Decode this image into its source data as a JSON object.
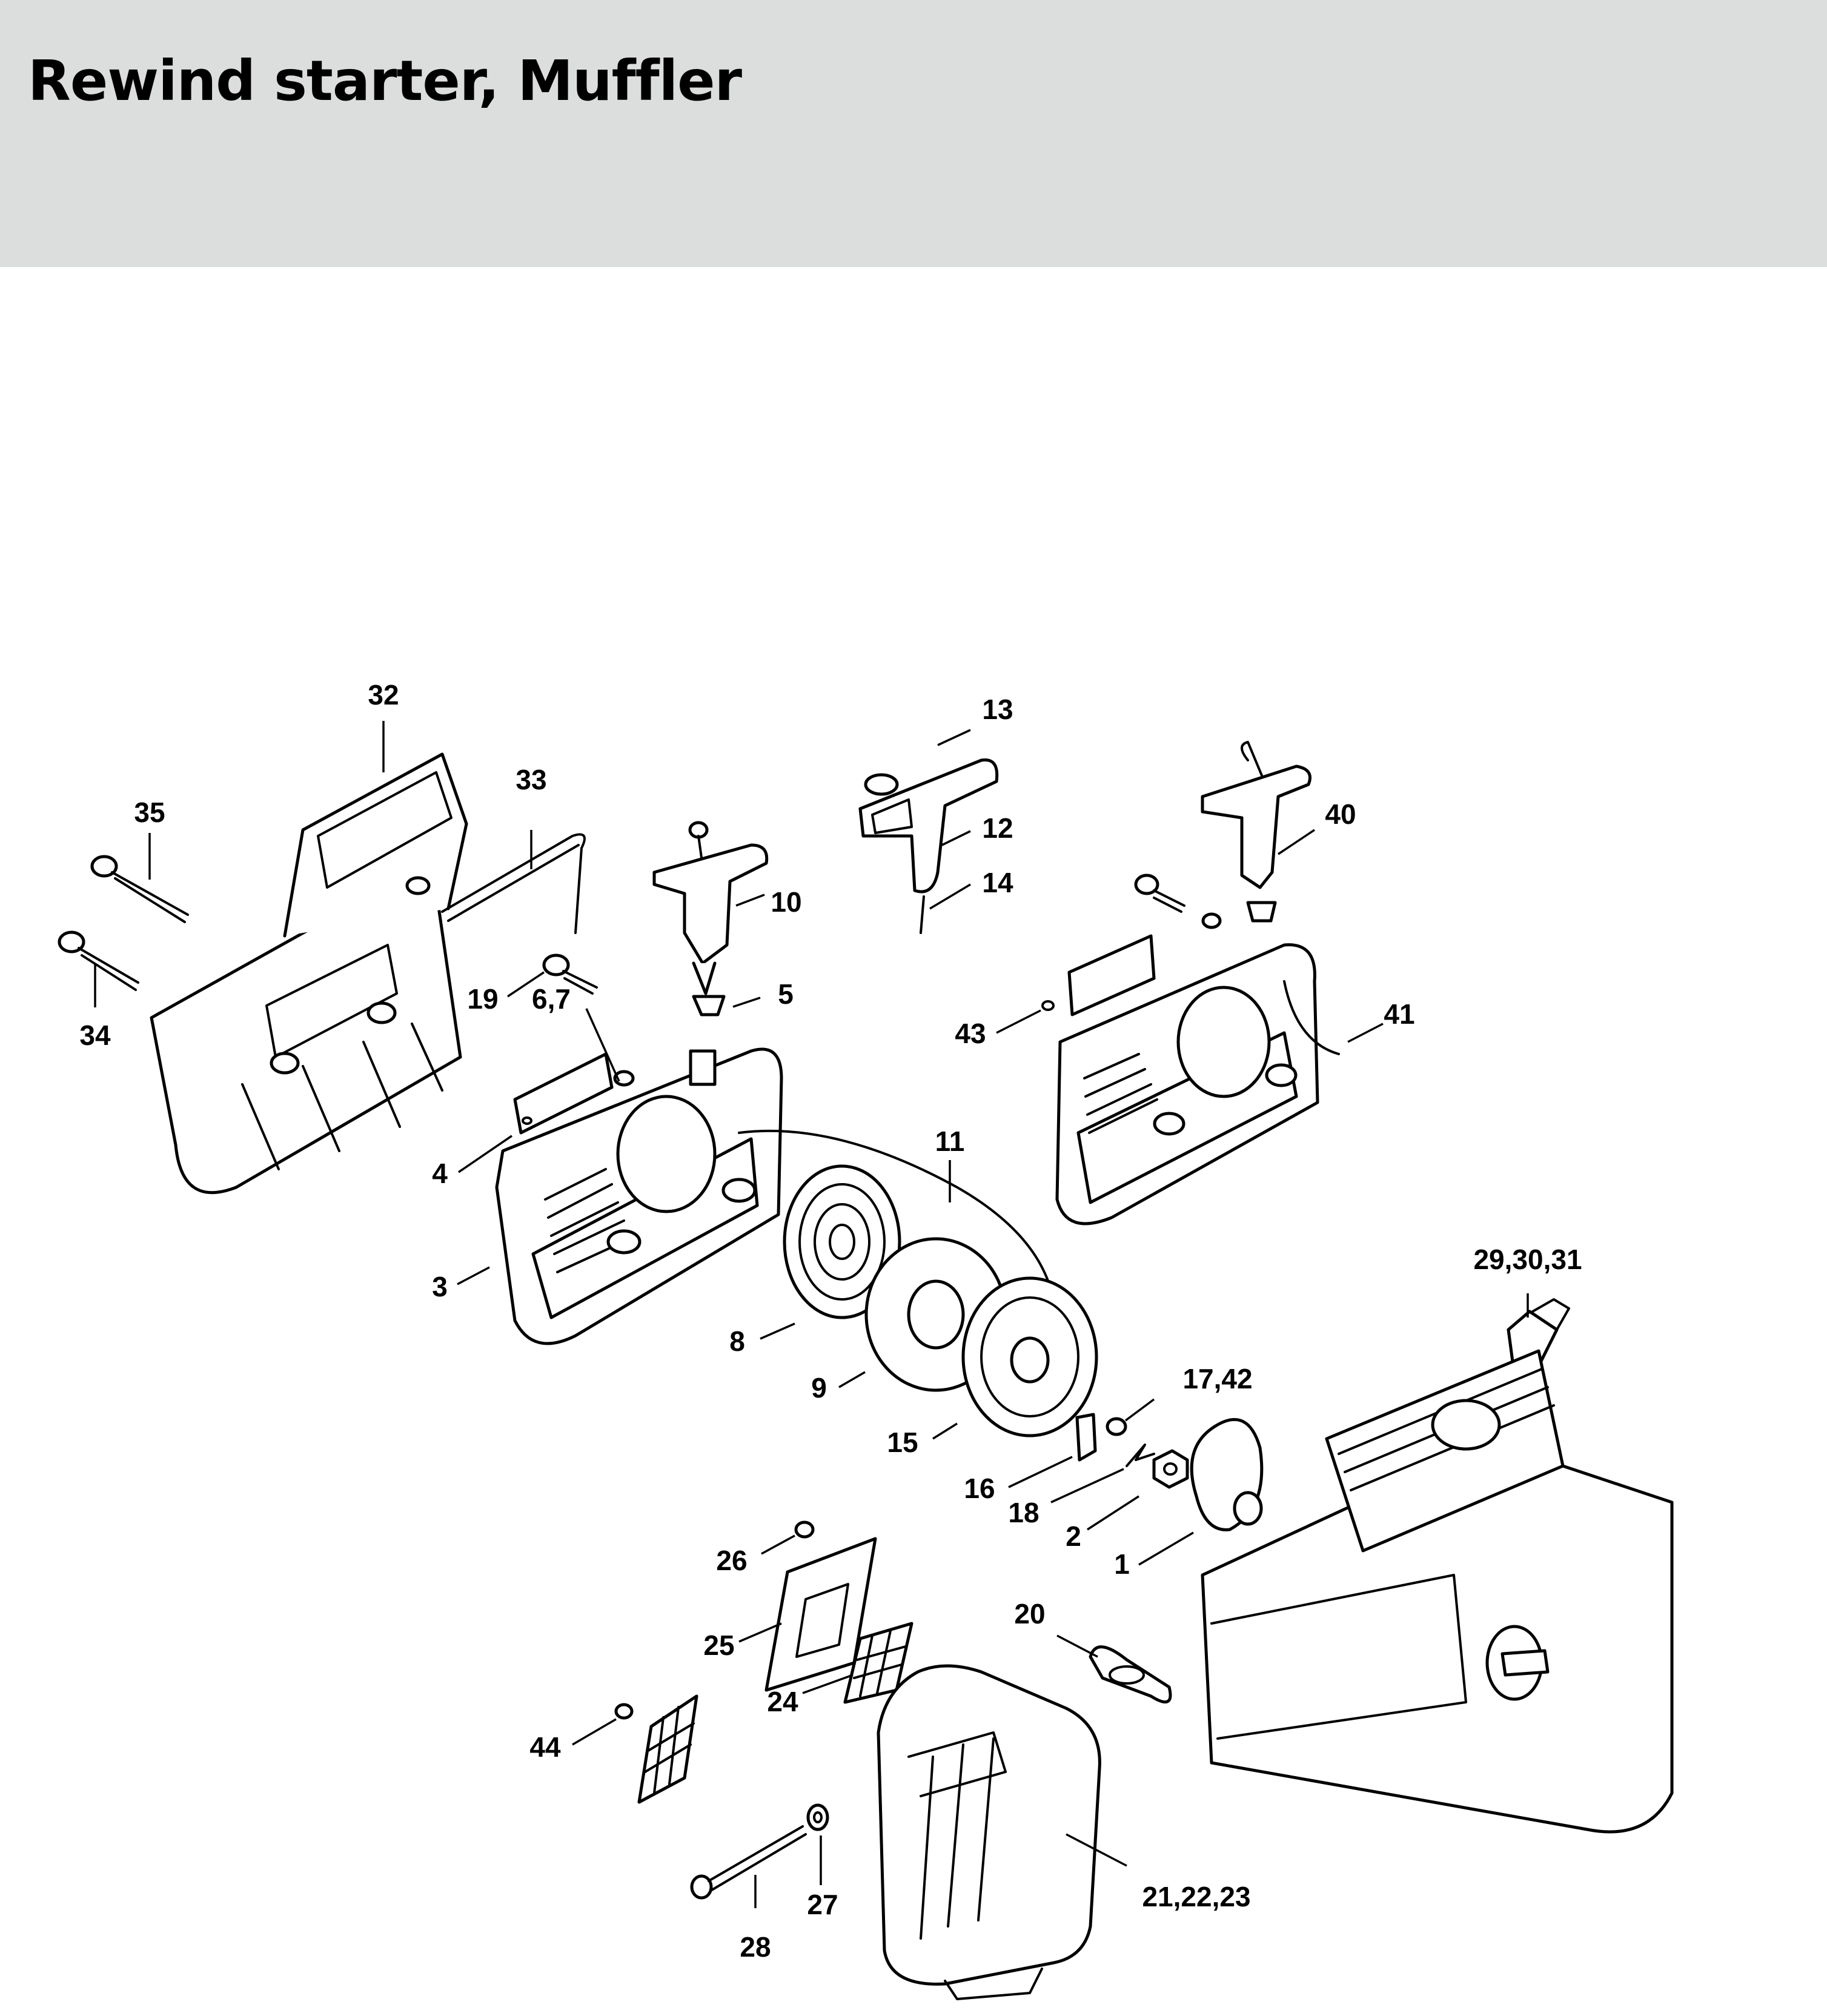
{
  "title": "Rewind starter, Muffler",
  "diagram": {
    "callouts": {
      "c1": "1",
      "c2": "2",
      "c3": "3",
      "c4": "4",
      "c5": "5",
      "c67": "6,7",
      "c8": "8",
      "c9": "9",
      "c10": "10",
      "c11": "11",
      "c12": "12",
      "c13": "13",
      "c14": "14",
      "c15": "15",
      "c16": "16",
      "c1742": "17,42",
      "c18": "18",
      "c19": "19",
      "c20": "20",
      "c212223": "21,22,23",
      "c24": "24",
      "c25": "25",
      "c26": "26",
      "c27": "27",
      "c28": "28",
      "c293031": "29,30,31",
      "c32": "32",
      "c33": "33",
      "c34": "34",
      "c35": "35",
      "c40": "40",
      "c41": "41",
      "c43": "43",
      "c44": "44"
    }
  },
  "colors": {
    "header_bg": "#dcdedd",
    "line": "#000000",
    "background": "#ffffff"
  }
}
